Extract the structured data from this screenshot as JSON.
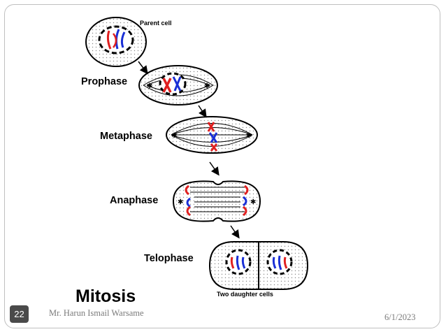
{
  "diagram": {
    "title": "Mitosis",
    "labels": {
      "parent_cell": "Parent cell",
      "prophase": "Prophase",
      "metaphase": "Metaphase",
      "anaphase": "Anaphase",
      "telophase": "Telophase",
      "daughter_cells": "Two daughter cells"
    },
    "colors": {
      "chromosome_red": "#e02020",
      "chromosome_blue": "#1a2fd6",
      "outline": "#000000",
      "cytoplasm_dot": "#9a9a9a"
    }
  },
  "footer": {
    "slide_number": "22",
    "author": "Mr. Harun Ismail Warsame",
    "date": "6/1/2023"
  }
}
